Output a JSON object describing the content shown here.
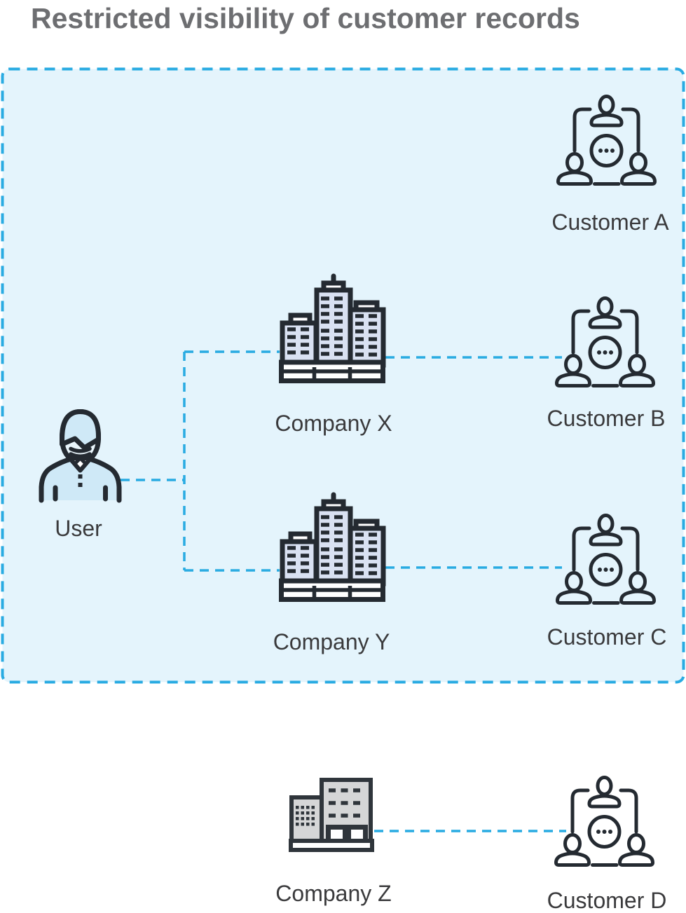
{
  "title": "Restricted visibility of customer records",
  "colors": {
    "accent_blue": "#29abe2",
    "zone_background": "#e4f4fc",
    "icon_stroke": "#242a31",
    "building_fill": "#d9e1f2",
    "person_fill": "#cfe9f7",
    "office_fill": "#d5d6d7",
    "label_text": "#3a3a3c",
    "title_text": "#6d6e71"
  },
  "zone": {
    "description": "restricted visibility zone",
    "border_style": "dashed"
  },
  "nodes": {
    "user": {
      "label": "User",
      "icon": "person-icon",
      "inside_zone": true
    },
    "company_x": {
      "label": "Company X",
      "icon": "company-buildings-icon",
      "inside_zone": true
    },
    "company_y": {
      "label": "Company Y",
      "icon": "company-buildings-icon",
      "inside_zone": true
    },
    "company_z": {
      "label": "Company Z",
      "icon": "office-building-icon",
      "inside_zone": false
    },
    "customer_a": {
      "label": "Customer A",
      "icon": "customer-group-icon",
      "inside_zone": true
    },
    "customer_b": {
      "label": "Customer B",
      "icon": "customer-group-icon",
      "inside_zone": true
    },
    "customer_c": {
      "label": "Customer C",
      "icon": "customer-group-icon",
      "inside_zone": true
    },
    "customer_d": {
      "label": "Customer D",
      "icon": "customer-group-icon",
      "inside_zone": false
    }
  },
  "connections": [
    {
      "from": "User",
      "to": "Company X",
      "style": "dashed"
    },
    {
      "from": "User",
      "to": "Company Y",
      "style": "dashed"
    },
    {
      "from": "Company X",
      "to": "Customer B",
      "style": "dashed"
    },
    {
      "from": "Company Y",
      "to": "Customer C",
      "style": "dashed"
    },
    {
      "from": "Company Z",
      "to": "Customer D",
      "style": "dashed"
    }
  ]
}
